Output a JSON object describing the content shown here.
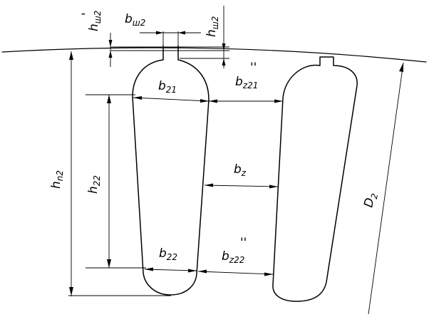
{
  "labels": {
    "hsh2_prime": {
      "main": "h",
      "sub": "ш2",
      "mark": "'"
    },
    "bsh2": {
      "main": "b",
      "sub": "ш2"
    },
    "hsh2": {
      "main": "h",
      "sub": "ш2"
    },
    "b21": {
      "main": "b",
      "sub": "21"
    },
    "bz21": {
      "main": "b",
      "sub": "z21",
      "mark": "''"
    },
    "hn2": {
      "main": "h",
      "sub": "n2"
    },
    "h22": {
      "main": "h",
      "sub": "22"
    },
    "bz": {
      "main": "b",
      "sub": "z"
    },
    "D2": {
      "main": "D",
      "sub": "2"
    },
    "b22": {
      "main": "b",
      "sub": "22"
    },
    "bz22": {
      "main": "b",
      "sub": "z22",
      "mark": "''"
    }
  },
  "colors": {
    "line": "#000000",
    "background": "#ffffff"
  }
}
